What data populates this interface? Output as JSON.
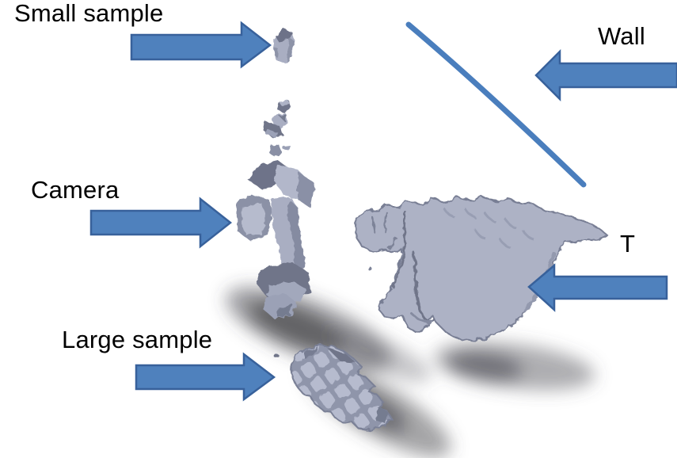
{
  "figure": {
    "type": "annotated-3d-reconstruction-figure",
    "background": "#ffffff",
    "annotations": [
      {
        "label": "Small sample",
        "target": "small-sample-object",
        "arrow_direction": "right"
      },
      {
        "label": "Wall",
        "target": "wall-line",
        "arrow_direction": "left"
      },
      {
        "label": "Camera",
        "target": "camera-object",
        "arrow_direction": "right"
      },
      {
        "label": "T",
        "target": "t-object",
        "arrow_direction": "left"
      },
      {
        "label": "Large sample",
        "target": "large-sample-object",
        "arrow_direction": "right"
      }
    ],
    "scene_objects": [
      "small-sample-object",
      "debris-fragments",
      "camera-object",
      "wall-line",
      "t-object",
      "large-sample-object"
    ],
    "colors": {
      "bg": "#ffffff",
      "label_color": "#000000",
      "arrow_fill": "#4f81bd",
      "arrow_border": "#38619b",
      "wall_color": "#4a7ebd",
      "voxel_light": "#b2b7ca",
      "voxel_mid": "#9aa0b5",
      "voxel_dark": "#6e7389",
      "shadow": "#3f3f45"
    }
  }
}
